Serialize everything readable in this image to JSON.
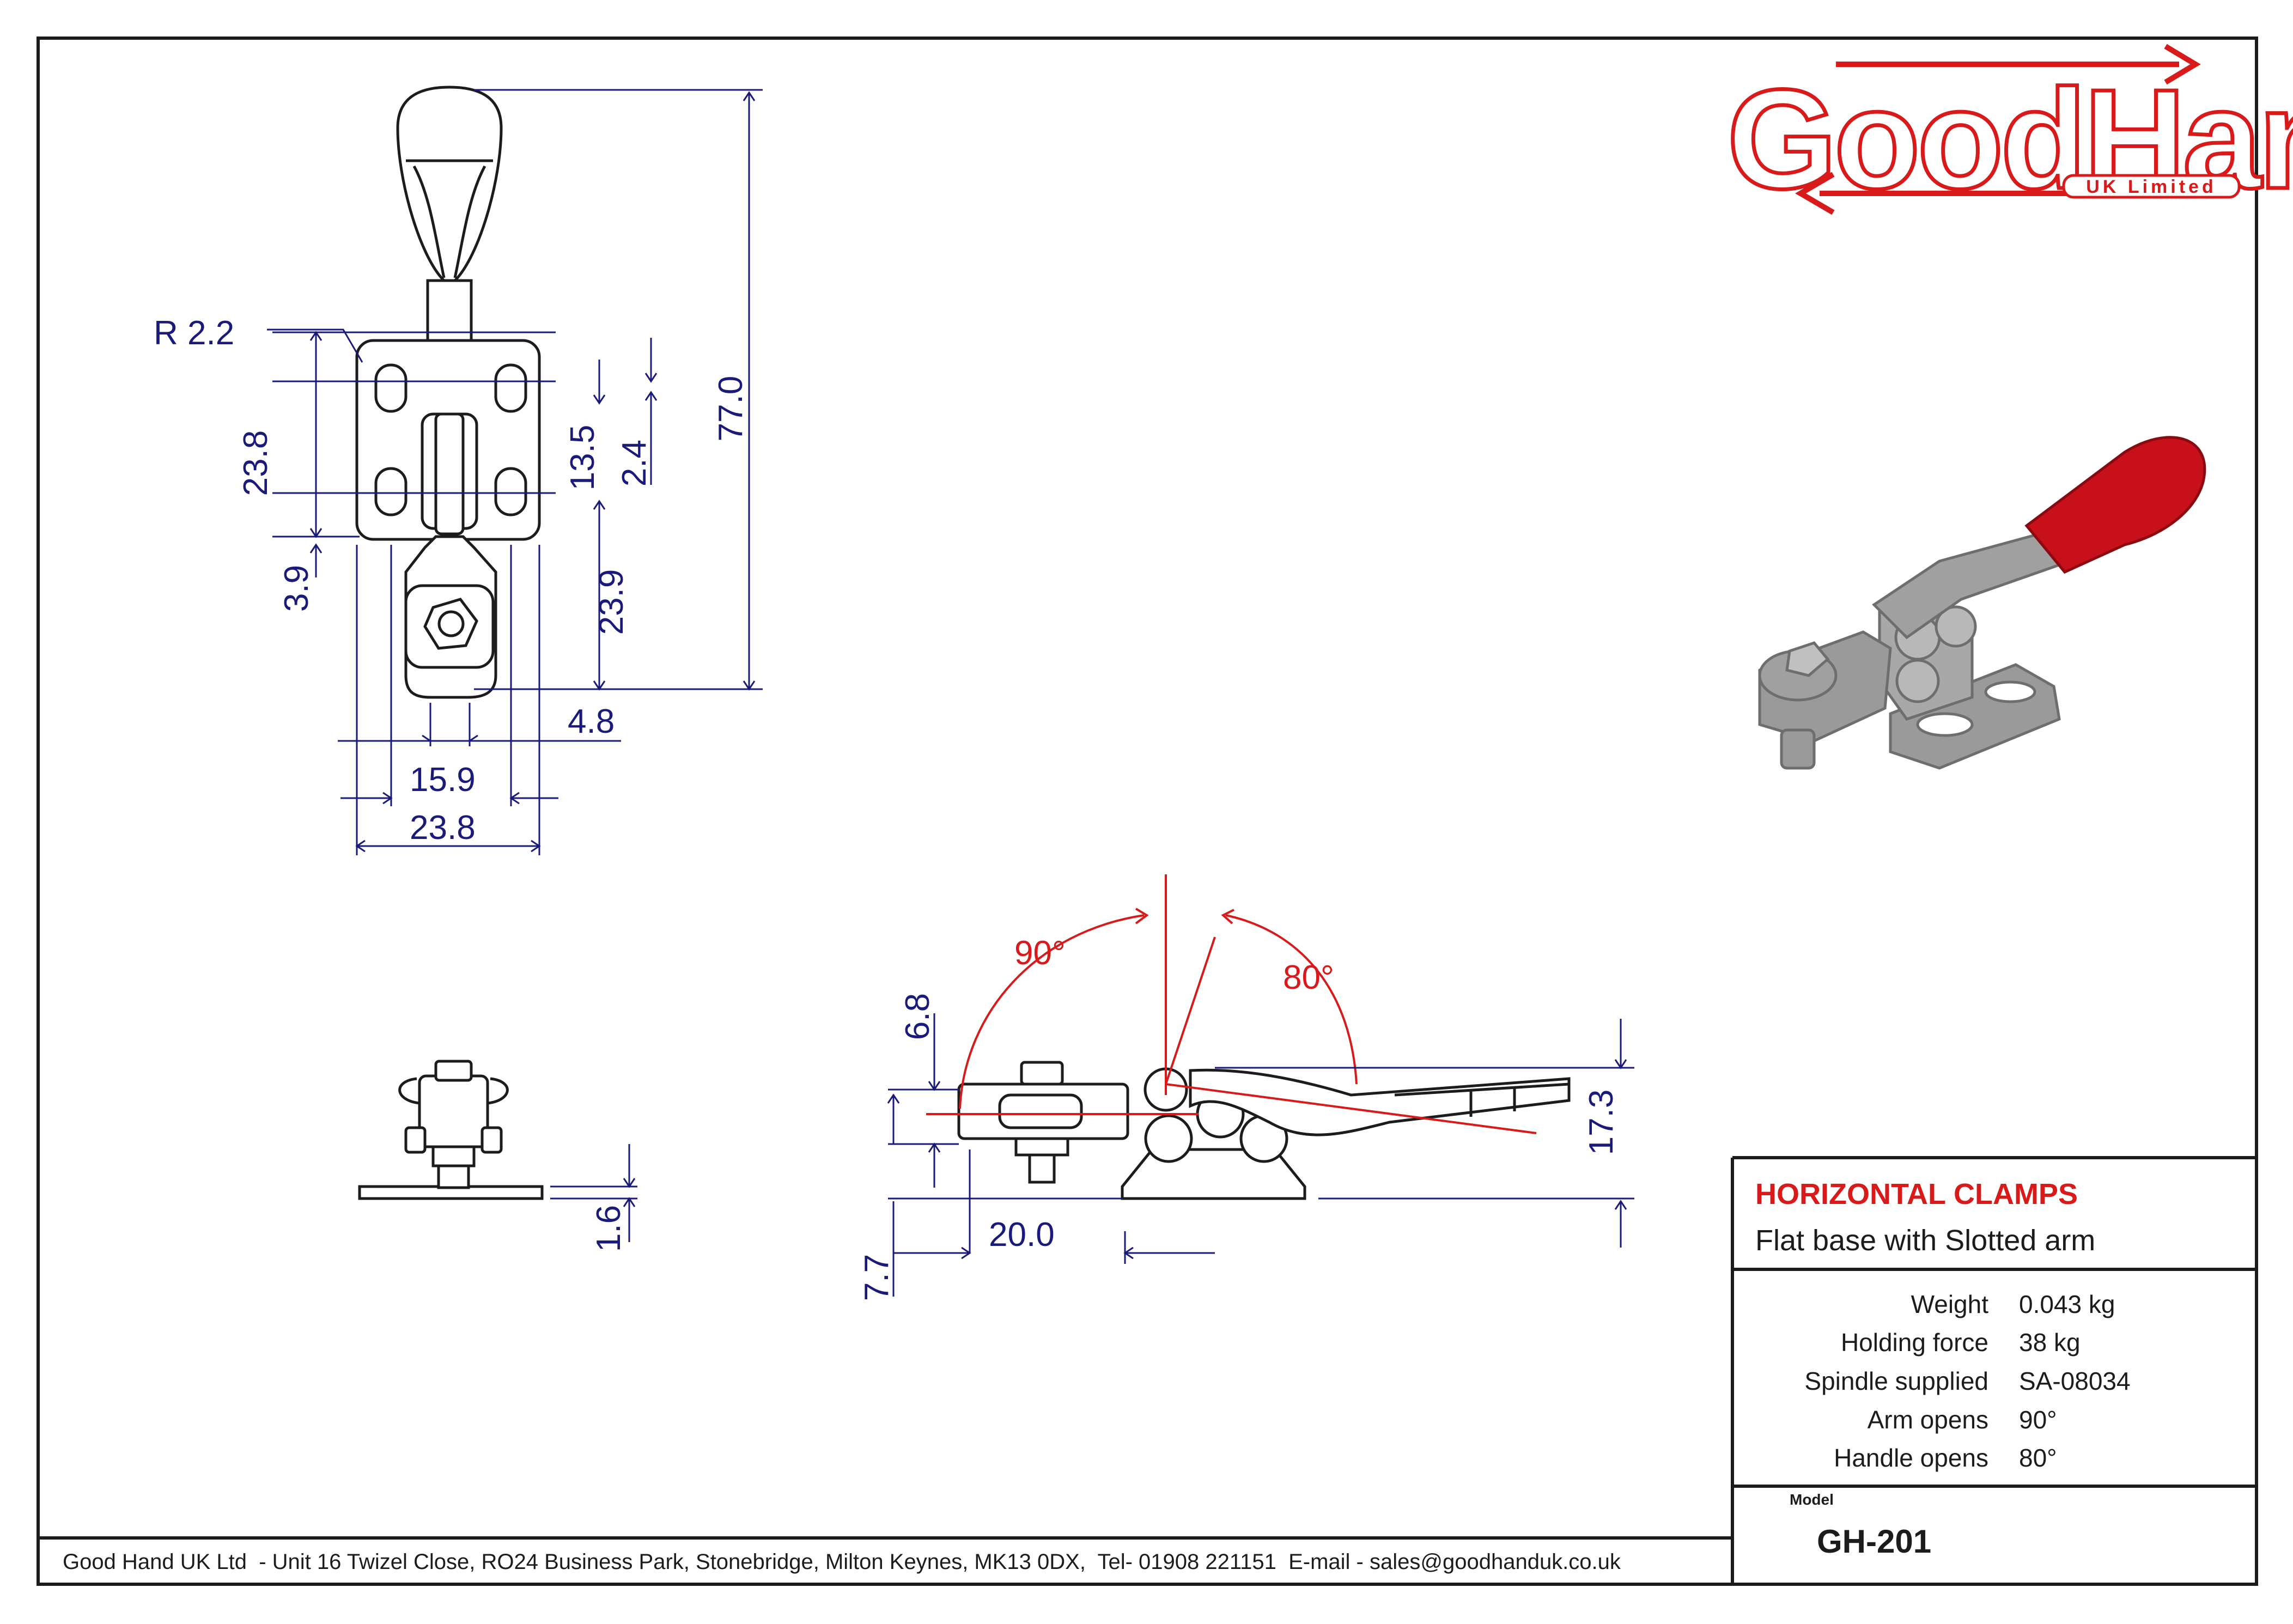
{
  "company": {
    "logo_main": "GoodHand",
    "logo_sub": "UK Limited",
    "address_line": "Good Hand UK Ltd  - Unit 16 Twizel Close, RO24 Business Park, Stonebridge, Milton Keynes, MK13 0DX,  Tel- 01908 221151  E-mail - sales@goodhanduk.co.uk"
  },
  "title_block": {
    "category": "HORIZONTAL CLAMPS",
    "description": "Flat base with Slotted arm",
    "specs": [
      {
        "label": "Weight",
        "value": "0.043 kg"
      },
      {
        "label": "Holding force",
        "value": "38 kg"
      },
      {
        "label": "Spindle supplied",
        "value": "SA-08034"
      },
      {
        "label": "Arm opens",
        "value": "90°"
      },
      {
        "label": "Handle opens",
        "value": "80°"
      }
    ],
    "model_label": "Model",
    "model_value": "GH-201"
  },
  "dimensions": {
    "top_view": {
      "radius": "R 2.2",
      "height_left": "23.8",
      "offset_left": "3.9",
      "slot_spacing": "13.5",
      "slot_width": "2.4",
      "overall_height": "77.0",
      "arm_length": "23.9",
      "arm_width": "4.8",
      "slot_pitch": "15.9",
      "base_width": "23.8"
    },
    "end_view": {
      "base_thickness": "1.6"
    },
    "side_view": {
      "arm_angle": "90°",
      "handle_angle": "80°",
      "spindle_height": "6.8",
      "base_offset": "7.7",
      "reach": "20.0",
      "handle_height": "17.3"
    }
  },
  "colors": {
    "frame": "#1c1c1c",
    "dimension": "#1a1a7a",
    "accent_red": "#d81a1a",
    "grip_red": "#c8101a",
    "metal": "#9a9a9a"
  }
}
